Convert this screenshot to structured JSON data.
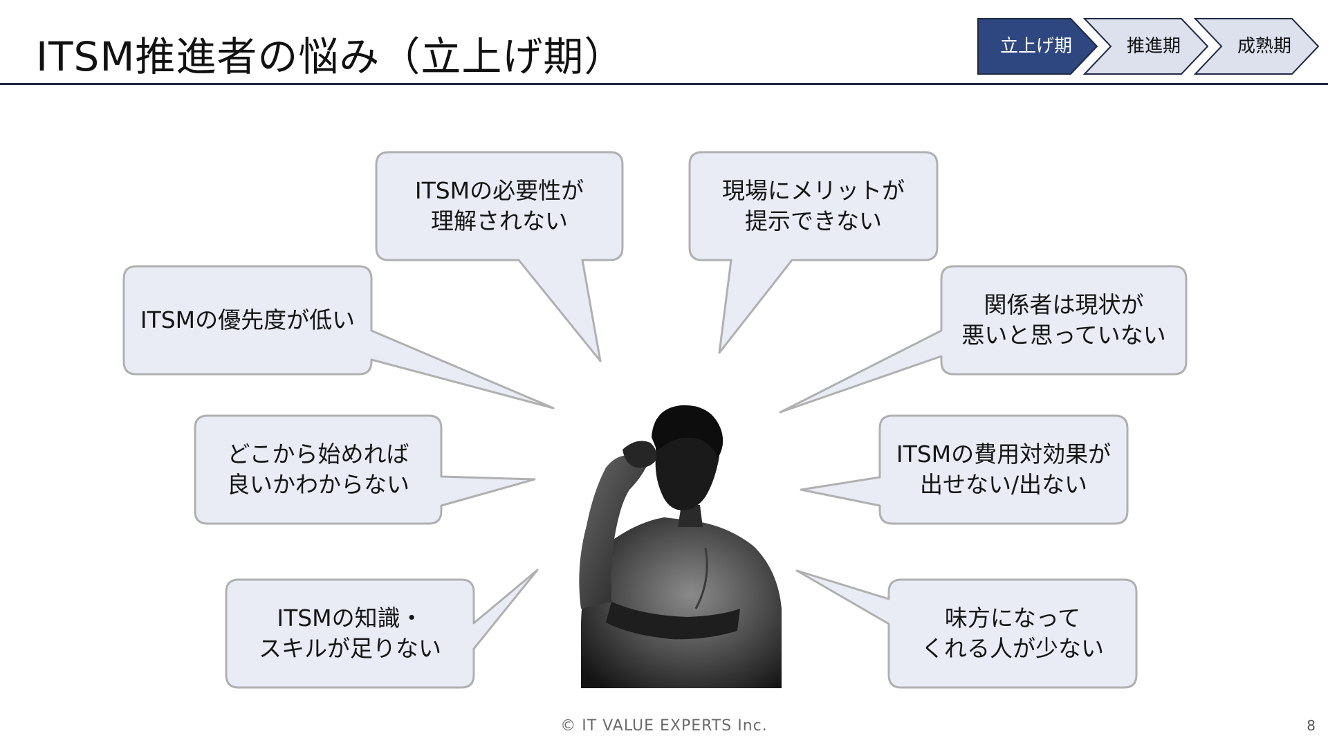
{
  "slide": {
    "title": "ITSM推進者の悩み（立上げ期）",
    "phases": [
      {
        "label": "立上げ期",
        "active": true
      },
      {
        "label": "推進期",
        "active": false
      },
      {
        "label": "成熟期",
        "active": false
      }
    ],
    "colors": {
      "accent": "#2e4780",
      "inactive_step": "#dde1ee",
      "bubble_fill": "#e9ebf5",
      "bubble_border": "#b0b0b0",
      "rule": "#1f2a44"
    },
    "concerns": [
      {
        "lines": [
          "ITSMの必要性が",
          "理解されない"
        ]
      },
      {
        "lines": [
          "現場にメリットが",
          "提示できない"
        ]
      },
      {
        "lines": [
          "ITSMの優先度が低い"
        ]
      },
      {
        "lines": [
          "関係者は現状が",
          "悪いと思っていない"
        ]
      },
      {
        "lines": [
          "どこから始めれば",
          "良いかわからない"
        ]
      },
      {
        "lines": [
          "ITSMの費用対効果が",
          "出せない/出ない"
        ]
      },
      {
        "lines": [
          "ITSMの知識・",
          "スキルが足りない"
        ]
      },
      {
        "lines": [
          "味方になって",
          "くれる人が少ない"
        ]
      }
    ],
    "footer": "© IT VALUE EXPERTS Inc.",
    "page_number": "8"
  }
}
